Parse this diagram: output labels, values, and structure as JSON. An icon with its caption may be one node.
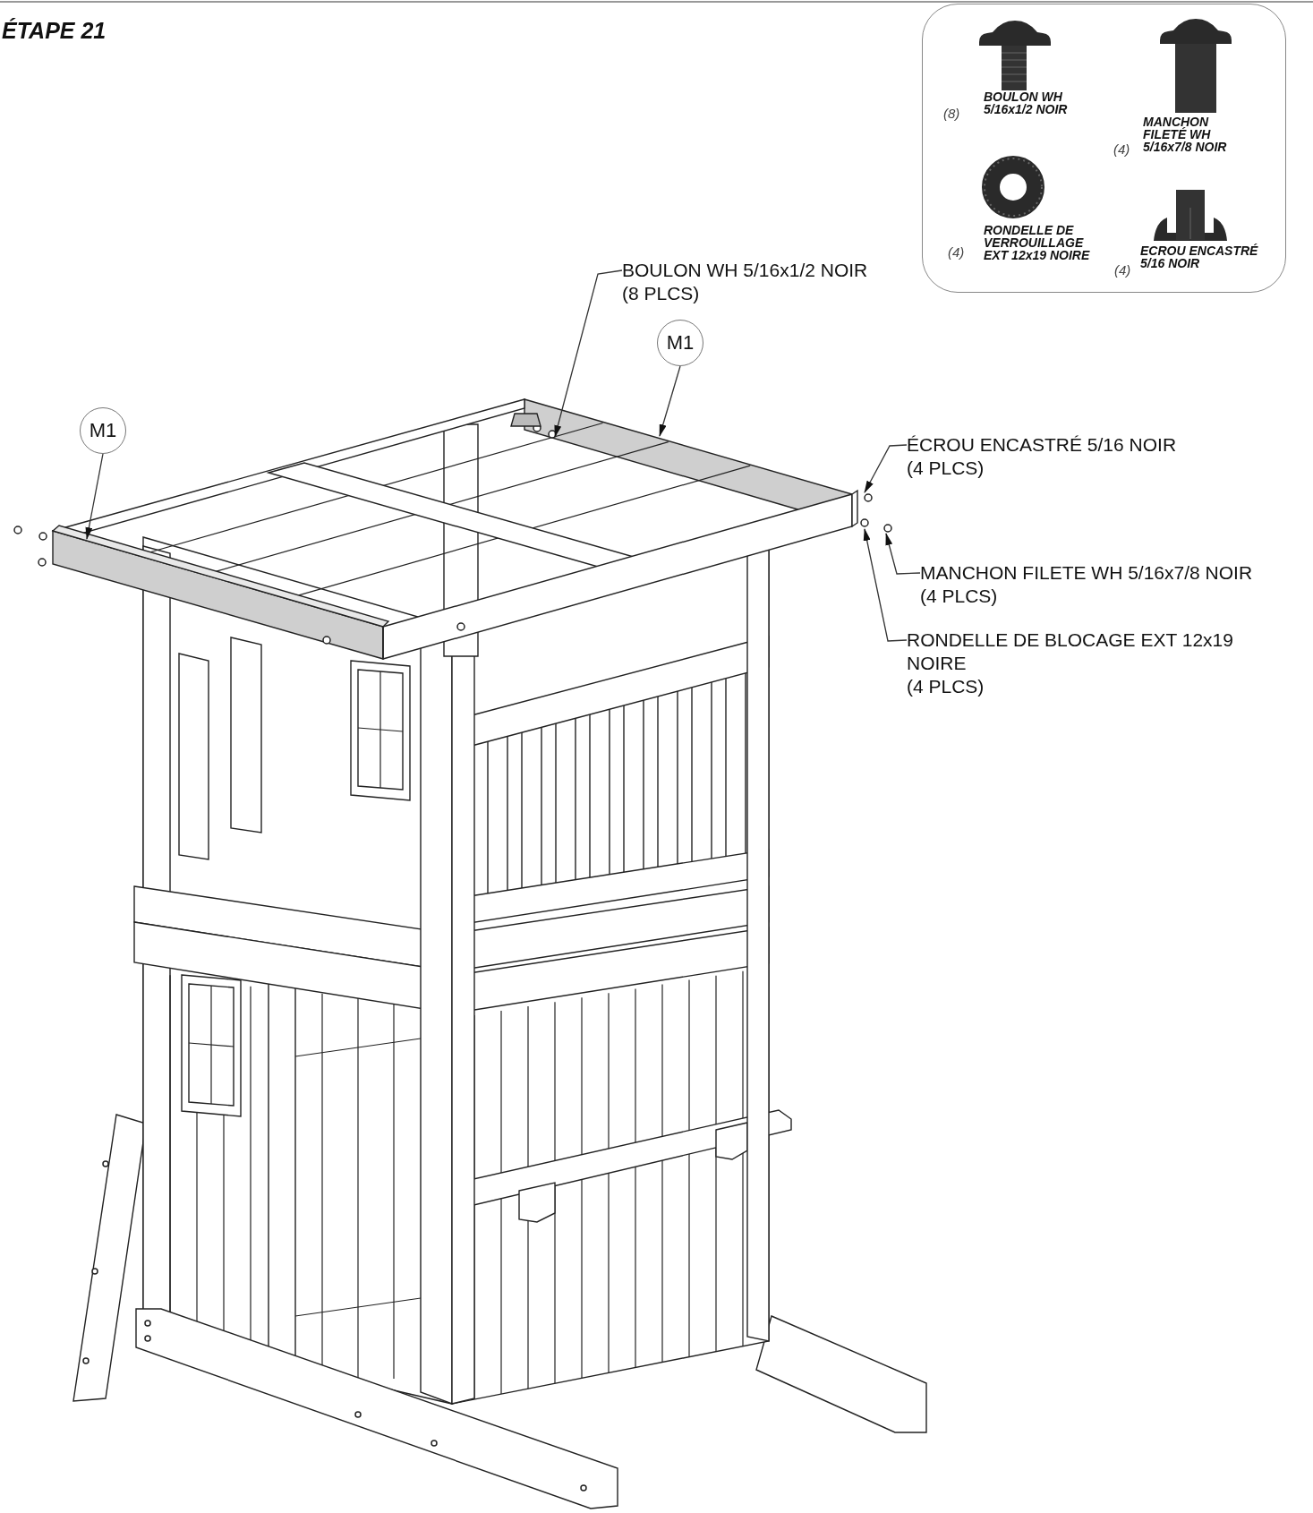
{
  "diagram": {
    "title": "ÉTAPE 21",
    "nodes": [
      {
        "text": [],
        "shape": "box"
      },
      {
        "text": [
          "(8)",
          "BOULON WH 5/16x1/2 NOIR"
        ],
        "in": 0
      },
      {
        "text": [
          "(4)",
          "MANCHON FILETÉ WH 5/16x7/8 NOIR"
        ],
        "in": 0
      },
      {
        "text": [
          "(4)",
          "RONDELLE DE VERROUILLAGE EXT 12x19 NOIRE"
        ],
        "in": 0
      },
      {
        "text": [
          "(4)",
          "ECROU ENCASTRÉ 5/16 NOIR"
        ],
        "in": 0
      },
      {
        "text": [
          "BOULON WH 5/16x1/2 NOIR",
          "(8 PLCS)"
        ]
      },
      {
        "text": [
          "M1"
        ]
      },
      {
        "text": [
          "M1"
        ]
      },
      {
        "text": [
          "ÉCROU ENCASTRÉ 5/16 NOIR",
          "(4 PLCS)"
        ]
      },
      {
        "text": [
          "MANCHON FILETE WH 5/16x7/8 NOIR",
          "(4 PLCS)"
        ]
      },
      {
        "text": [
          "RONDELLE DE BLOCAGE EXT 12x19 NOIRE",
          "(4 PLCS)"
        ]
      }
    ],
    "edges": [
      {
        "from": 5,
        "to": null,
        "arrow": "to"
      },
      {
        "from": 6,
        "to": null,
        "arrow": "to"
      },
      {
        "from": 7,
        "to": null,
        "arrow": "to"
      },
      {
        "from": 8,
        "to": null,
        "arrow": "to"
      },
      {
        "from": 9,
        "to": null,
        "arrow": "to"
      },
      {
        "from": 10,
        "to": null,
        "arrow": "to"
      }
    ]
  }
}
